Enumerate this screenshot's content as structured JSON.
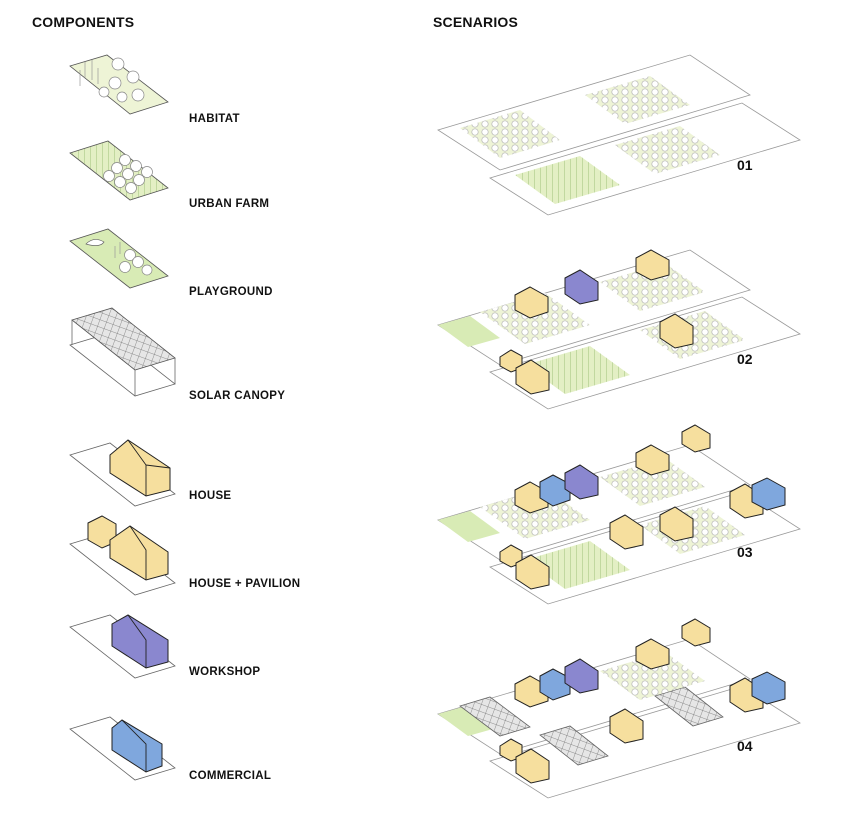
{
  "headers": {
    "components": "COMPONENTS",
    "scenarios": "SCENARIOS"
  },
  "components": [
    {
      "label": "HABITAT",
      "icon": "habitat-icon"
    },
    {
      "label": "URBAN FARM",
      "icon": "urban-farm-icon"
    },
    {
      "label": "PLAYGROUND",
      "icon": "playground-icon"
    },
    {
      "label": "SOLAR CANOPY",
      "icon": "solar-canopy-icon"
    },
    {
      "label": "HOUSE",
      "icon": "house-icon"
    },
    {
      "label": "HOUSE + PAVILION",
      "icon": "house-pavilion-icon"
    },
    {
      "label": "WORKSHOP",
      "icon": "workshop-icon"
    },
    {
      "label": "COMMERCIAL",
      "icon": "commercial-icon"
    }
  ],
  "scenarios": [
    {
      "number": "01"
    },
    {
      "number": "02"
    },
    {
      "number": "03"
    },
    {
      "number": "04"
    }
  ],
  "colors": {
    "green_light": "#eef4d6",
    "green_playground": "#d8ebb5",
    "house_yellow": "#f6df9e",
    "workshop_purple": "#8a87cf",
    "commercial_blue": "#7fa7dd",
    "outline": "#222222"
  }
}
